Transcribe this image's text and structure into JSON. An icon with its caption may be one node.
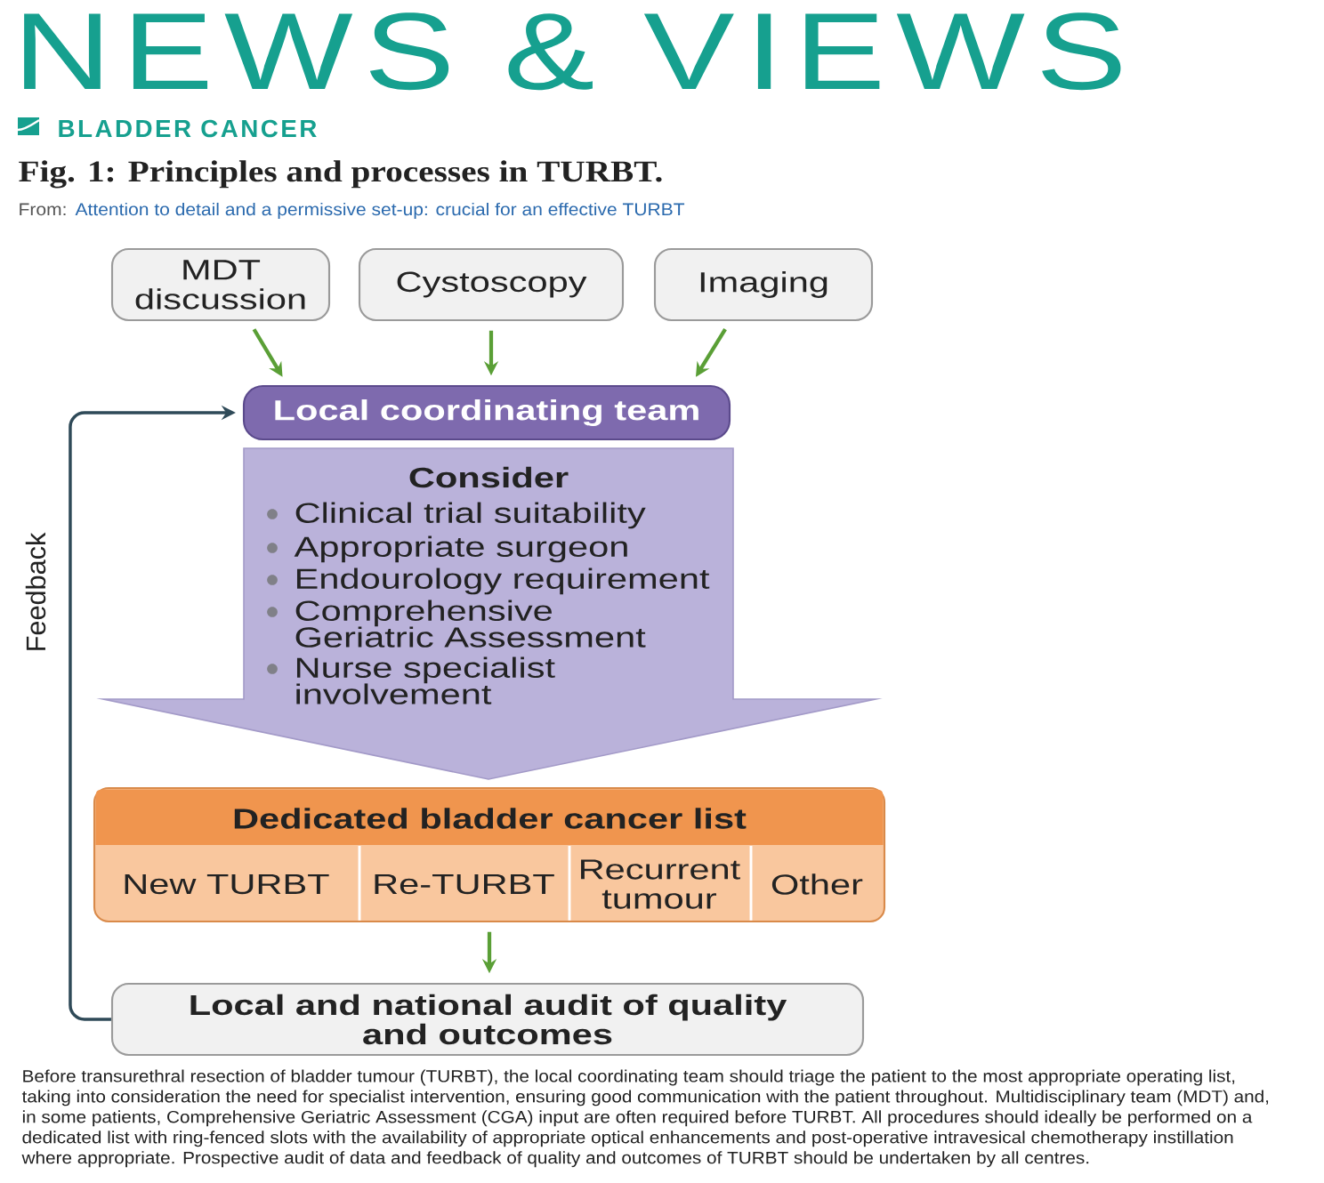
{
  "diagram": {
    "title": "Fig. 1: Principles and processes in TURBT.",
    "caption": "Before transurethral resection of bladder tumour (TURBT), the local coordinating team should triage the patient to the most appropriate operating list, taking into consideration the need for specialist intervention, ensuring good communication with the patient throughout. Multidisciplinary team (MDT) and, in some patients, Comprehensive Geriatric Assessment (CGA) input are often required before TURBT. All procedures should ideally be performed on a dedicated list with ring-fenced slots with the availability of appropriate optical enhancements and post-operative intravesical chemotherapy instillation where appropriate. Prospective audit of data and feedback of quality and outcomes of TURBT should be undertaken by all centres.",
    "nodes": [
      {
        "text": [
          "MDT discussion"
        ]
      },
      {
        "text": [
          "Cystoscopy"
        ]
      },
      {
        "text": [
          "Imaging"
        ]
      },
      {
        "text": [
          "Local coordinating team"
        ]
      },
      {
        "text": [
          "Consider",
          "Clinical trial suitability",
          "Appropriate surgeon",
          "Endourology requirement",
          "Comprehensive Geriatric Assessment",
          "Nurse specialist involvement"
        ]
      },
      {
        "text": [
          "Dedicated bladder cancer list"
        ]
      },
      {
        "text": [
          "New TURBT"
        ],
        "in": 5
      },
      {
        "text": [
          "Re-TURBT"
        ],
        "in": 5
      },
      {
        "text": [
          "Recurrent tumour"
        ],
        "in": 5
      },
      {
        "text": [
          "Other"
        ],
        "in": 5
      },
      {
        "text": [
          "Local and national audit of quality and outcomes"
        ]
      }
    ],
    "edges": [
      {
        "from": 0,
        "to": 3,
        "arrow": "to"
      },
      {
        "from": 1,
        "to": 3,
        "arrow": "to"
      },
      {
        "from": 2,
        "to": 3,
        "arrow": "to"
      },
      {
        "from": 5,
        "to": 10,
        "arrow": "to"
      },
      {
        "from": 10,
        "to": 3,
        "arrow": "to",
        "label": "Feedback",
        "color": "#2f4a58"
      }
    ],
    "labels": [
      "NEWS & VIEWS",
      "BLADDER CANCER",
      "From:",
      "Attention to detail and a permissive set-up: crucial for an effective TURBT"
    ]
  }
}
